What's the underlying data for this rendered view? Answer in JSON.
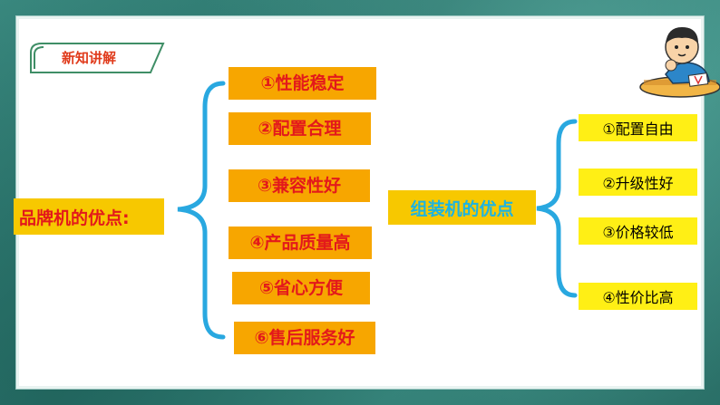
{
  "section_tag": "新知讲解",
  "brand": {
    "title": "品牌机的优点:",
    "items": [
      "①性能稳定",
      "②配置合理",
      "③兼容性好",
      "④产品质量高",
      "⑤省心方便",
      "⑥售后服务好"
    ]
  },
  "assembled": {
    "title": "组装机的优点",
    "items": [
      "①配置自由",
      "②升级性好",
      "③价格较低",
      "④性价比高"
    ]
  },
  "colors": {
    "brace": "#29a8e0",
    "orange_box": "#f7a600",
    "yellow_box": "#ffef15",
    "red_text": "#e3191b",
    "frame": "#2f7c73"
  }
}
